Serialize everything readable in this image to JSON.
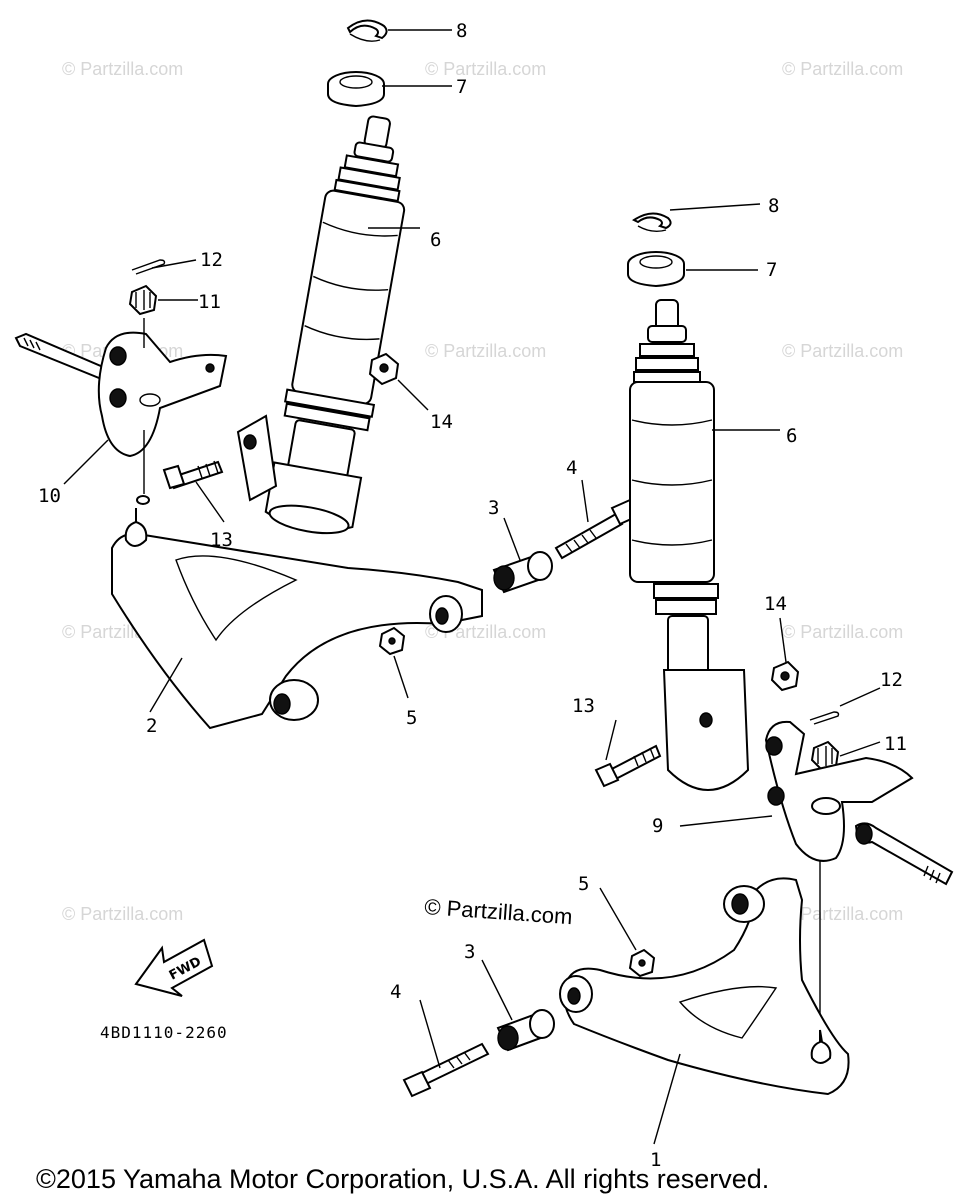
{
  "watermark_text": "© Partzilla.com",
  "center_watermark": "© Partzilla.com",
  "part_code": "4BD1110-2260",
  "fwd_label": "FWD",
  "copyright": "©2015 Yamaha Motor Corporation, U.S.A. All rights reserved.",
  "callouts": {
    "c1": "1",
    "c2": "2",
    "c3a": "3",
    "c3b": "3",
    "c4a": "4",
    "c4b": "4",
    "c5a": "5",
    "c5b": "5",
    "c6a": "6",
    "c6b": "6",
    "c7a": "7",
    "c7b": "7",
    "c8a": "8",
    "c8b": "8",
    "c9": "9",
    "c10": "10",
    "c11a": "11",
    "c11b": "11",
    "c12a": "12",
    "c12b": "12",
    "c13a": "13",
    "c13b": "13",
    "c14a": "14",
    "c14b": "14"
  }
}
